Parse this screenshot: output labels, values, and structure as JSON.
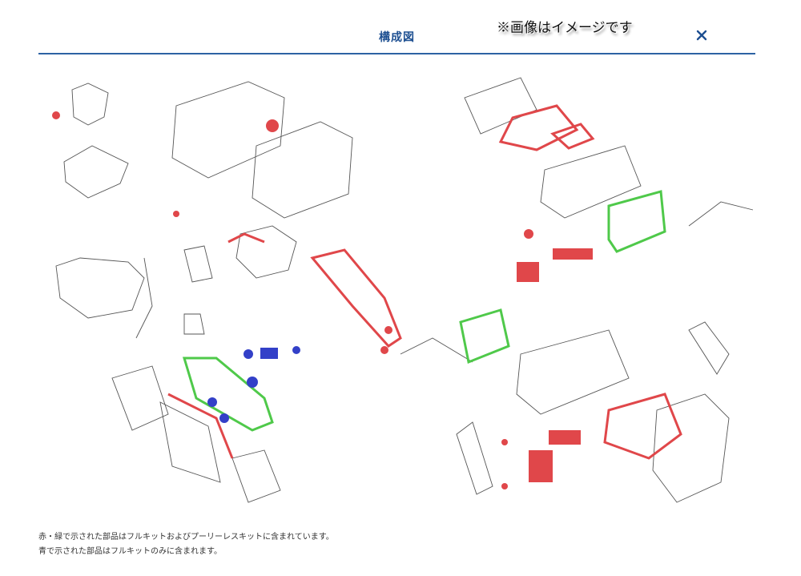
{
  "modal": {
    "title": "構成図",
    "image_note": "※画像はイメージです",
    "close_icon": "close-icon",
    "accent_color": "#2d62a3"
  },
  "diagram": {
    "description_icon": "engine-exploded-diagram",
    "highlight_colors": {
      "red": "#e0474a",
      "green": "#4fc94a",
      "blue": "#3340c8"
    }
  },
  "footer": {
    "line1": "赤・緑で示された部品はフルキットおよびプーリーレスキットに含まれています。",
    "line2": "青で示された部品はフルキットのみに含まれます。"
  }
}
